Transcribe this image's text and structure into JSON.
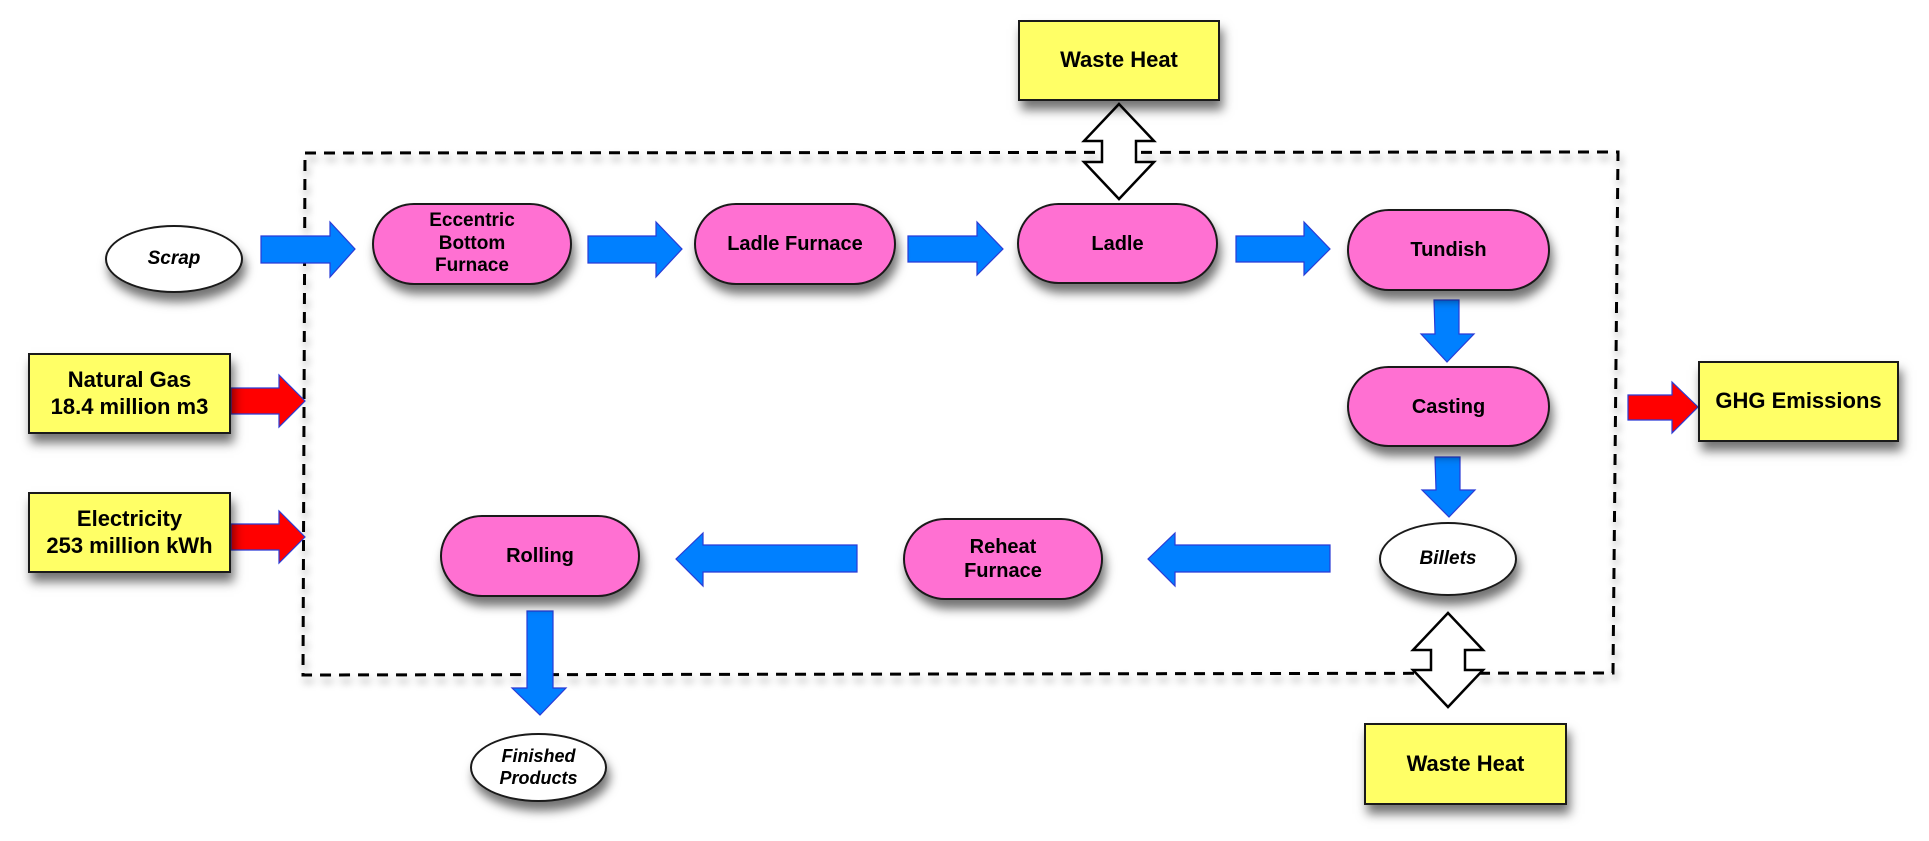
{
  "title": "Steel mini-mill process flow with energy inputs and emissions",
  "colors": {
    "process": "#ff70d2",
    "resource": "#ffff66",
    "flow_arrow": "#0080ff",
    "energy_arrow": "#ff0000",
    "boundary": "#000000"
  },
  "inputs": {
    "scrap": "Scrap",
    "natural_gas": {
      "name": "Natural Gas",
      "amount": "18.4 million m3"
    },
    "electricity": {
      "name": "Electricity",
      "amount": "253 million kWh"
    }
  },
  "processes": {
    "ebf": "Eccentric\nBottom\nFurnace",
    "ladle_furnace": "Ladle Furnace",
    "ladle": "Ladle",
    "tundish": "Tundish",
    "casting": "Casting",
    "reheat_furnace": "Reheat\nFurnace",
    "rolling": "Rolling"
  },
  "intermediates": {
    "billets": "Billets"
  },
  "outputs": {
    "waste_heat_top": "Waste Heat",
    "waste_heat_bottom": "Waste Heat",
    "ghg": "GHG Emissions",
    "finished_products": "Finished\nProducts"
  },
  "flows": [
    {
      "from": "Scrap",
      "to": "Eccentric Bottom Furnace"
    },
    {
      "from": "Eccentric Bottom Furnace",
      "to": "Ladle Furnace"
    },
    {
      "from": "Ladle Furnace",
      "to": "Ladle"
    },
    {
      "from": "Ladle",
      "to": "Tundish"
    },
    {
      "from": "Tundish",
      "to": "Casting"
    },
    {
      "from": "Casting",
      "to": "Billets"
    },
    {
      "from": "Billets",
      "to": "Reheat Furnace"
    },
    {
      "from": "Reheat Furnace",
      "to": "Rolling"
    },
    {
      "from": "Rolling",
      "to": "Finished Products"
    },
    {
      "from": "Natural Gas",
      "to": "system boundary",
      "type": "energy"
    },
    {
      "from": "Electricity",
      "to": "system boundary",
      "type": "energy"
    },
    {
      "from": "system boundary",
      "to": "GHG Emissions",
      "type": "emission"
    },
    {
      "between": [
        "Ladle",
        "Waste Heat"
      ],
      "type": "bidirectional"
    },
    {
      "between": [
        "Billets",
        "Waste Heat"
      ],
      "type": "bidirectional"
    }
  ]
}
